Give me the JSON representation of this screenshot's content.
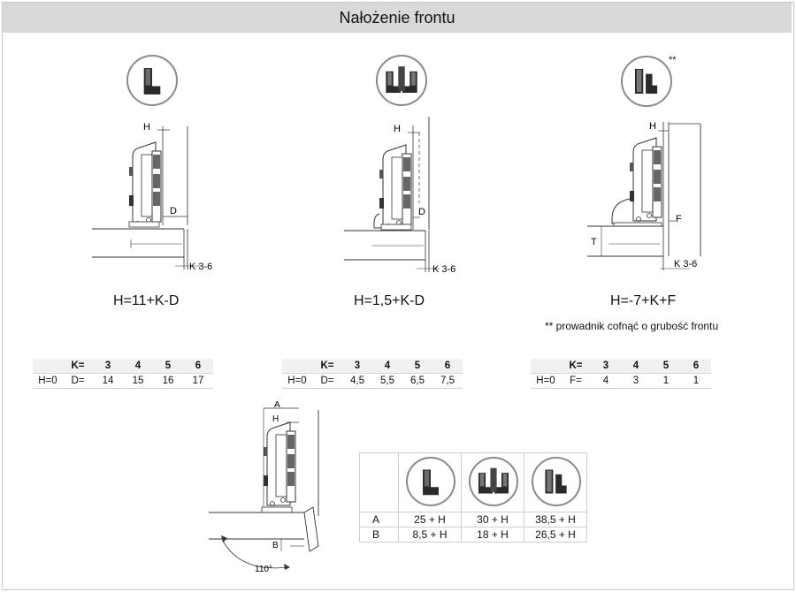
{
  "title": "Nałożenie frontu",
  "diagrams": [
    {
      "formula": "H=11+K-D",
      "labels": {
        "h": "H",
        "d": "D",
        "k": "K 3-6"
      }
    },
    {
      "formula": "H=1,5+K-D",
      "labels": {
        "h": "H",
        "d": "D",
        "k": "K 3-6"
      }
    },
    {
      "formula": "H=-7+K+F",
      "labels": {
        "h": "H",
        "f": "F",
        "t": "T",
        "k": "K 3-6"
      },
      "stars": "**"
    }
  ],
  "note": "** prowadnik cofnąć o grubość frontu",
  "tables": [
    {
      "header": [
        "",
        "K=",
        "3",
        "4",
        "5",
        "6"
      ],
      "row": [
        "H=0",
        "D=",
        "14",
        "15",
        "16",
        "17"
      ]
    },
    {
      "header": [
        "",
        "K=",
        "3",
        "4",
        "5",
        "6"
      ],
      "row": [
        "H=0",
        "D=",
        "4,5",
        "5,5",
        "6,5",
        "7,5"
      ]
    },
    {
      "header": [
        "",
        "K=",
        "3",
        "4",
        "5",
        "6"
      ],
      "row": [
        "H=0",
        "F=",
        "4",
        "3",
        "1",
        "1"
      ]
    }
  ],
  "opening": {
    "labels": {
      "a": "A",
      "h": "H",
      "b": "B"
    },
    "angle": "110°"
  },
  "ab_table": {
    "rows": [
      {
        "label": "A",
        "values": [
          "25 + H",
          "30 + H",
          "38,5 + H"
        ]
      },
      {
        "label": "B",
        "values": [
          "8,5 + H",
          "18 + H",
          "26,5 + H"
        ]
      }
    ]
  },
  "icons": [
    "full-overlay-hinge-icon",
    "half-overlay-hinge-icon",
    "inset-hinge-icon"
  ]
}
